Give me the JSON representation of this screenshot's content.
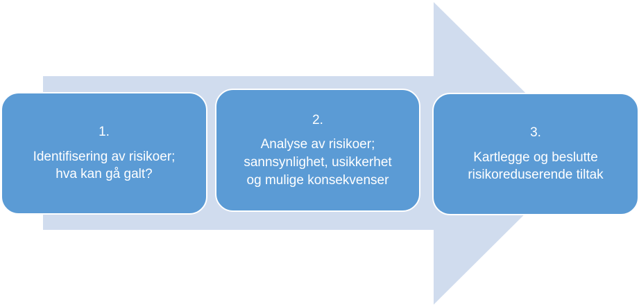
{
  "colors": {
    "arrow": "#d0dcee",
    "box_fill": "#5b9bd5",
    "box_border": "#ffffff",
    "text": "#ffffff"
  },
  "steps": [
    {
      "number": "1.",
      "text": "Identifisering av risikoer;\nhva kan gå galt?"
    },
    {
      "number": "2.",
      "text": "Analyse av risikoer;\nsannsynlighet, usikkerhet\nog mulige konsekvenser"
    },
    {
      "number": "3.",
      "text": "Kartlegge og beslutte\nrisikoreduserende tiltak"
    }
  ]
}
